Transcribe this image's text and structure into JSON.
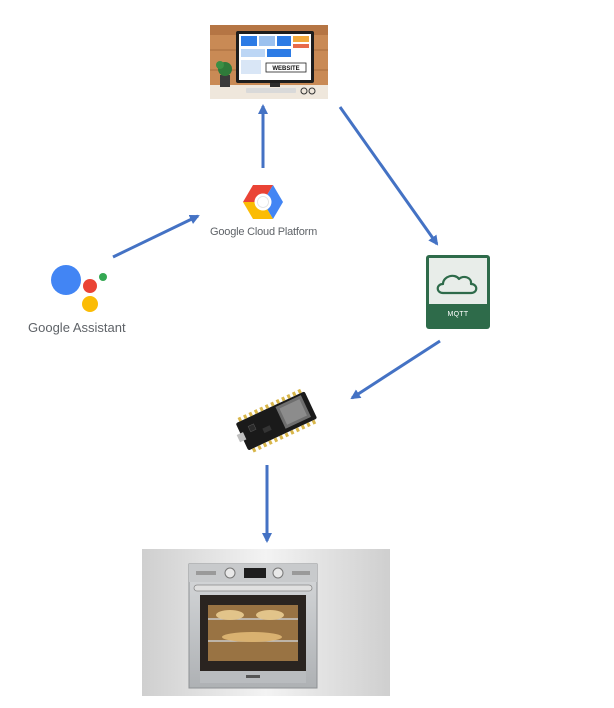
{
  "nodes": {
    "website": {
      "sign_text": "WEBSITE"
    },
    "gcp": {
      "label": "Google Cloud Platform",
      "colors": [
        "#4285f4",
        "#ea4335",
        "#fbbc05",
        "#34a853"
      ]
    },
    "assistant": {
      "label": "Google Assistant",
      "colors": [
        "#4285f4",
        "#ea4335",
        "#fbbc05",
        "#34a853"
      ]
    },
    "mqtt": {
      "label": "MQTT",
      "color": "#2e6b4a",
      "icon": "cloud-icon"
    },
    "esp32": {
      "icon": "microcontroller-board"
    },
    "oven": {
      "icon": "oven-photo"
    }
  },
  "arrows": [
    {
      "from": "assistant",
      "to": "gcp"
    },
    {
      "from": "gcp",
      "to": "website"
    },
    {
      "from": "website",
      "to": "mqtt"
    },
    {
      "from": "mqtt",
      "to": "esp32"
    },
    {
      "from": "esp32",
      "to": "oven"
    }
  ],
  "arrow_color": "#4472c4"
}
